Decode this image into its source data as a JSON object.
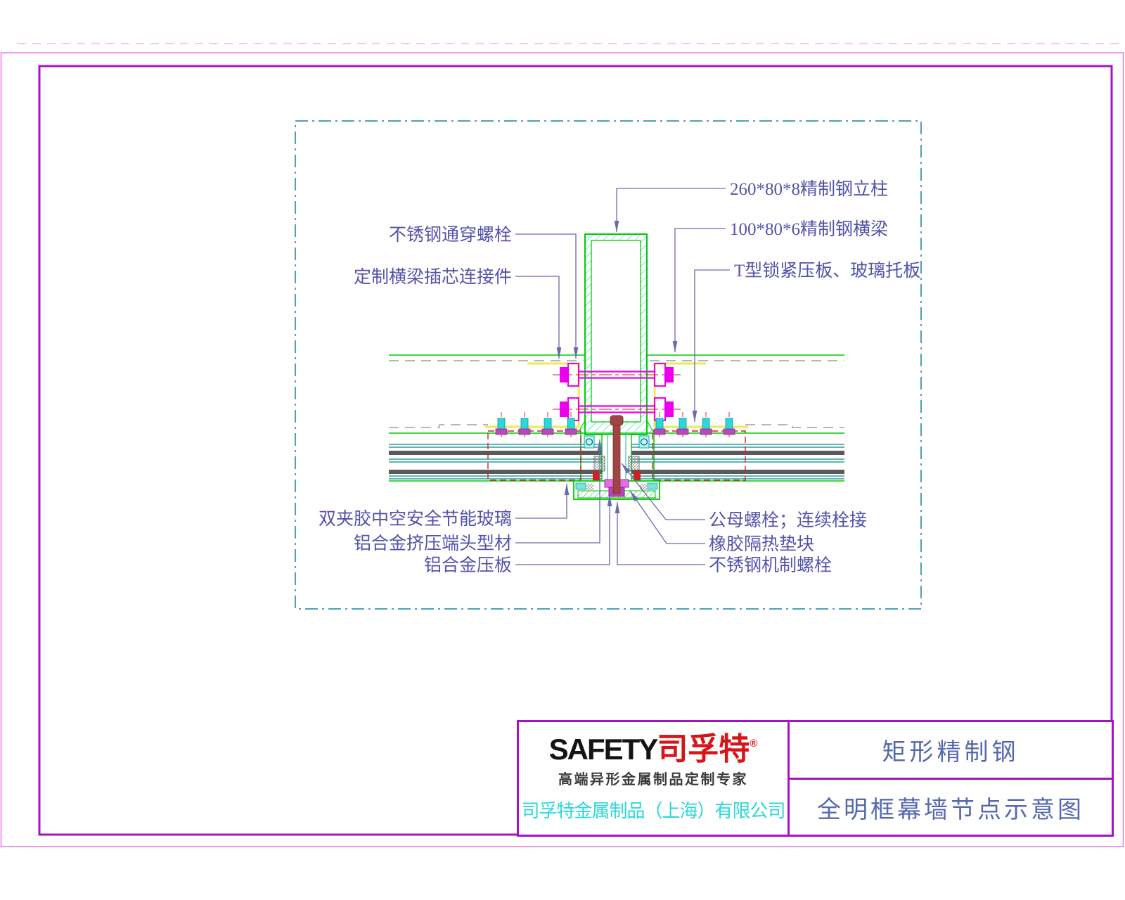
{
  "title_block": {
    "logo_en": "SAFETY",
    "logo_cn": "司孚特",
    "reg": "®",
    "tagline": "高端异形金属制品定制专家",
    "company": "司孚特金属制品（上海）有限公司",
    "product": "矩形精制钢",
    "drawing_title": "全明框幕墙节点示意图"
  },
  "drawing": {
    "labels": {
      "column": "260*80*8精制钢立柱",
      "beam": "100*80*6精制钢横梁",
      "t_plate": "T型锁紧压板、玻璃托板",
      "through_bolt": "不锈钢通穿螺栓",
      "insert_connector": "定制横梁插芯连接件",
      "glass": "双夹胶中空安全节能玻璃",
      "end_profile": "铝合金挤压端头型材",
      "pressure_plate": "铝合金压板",
      "male_female_bolt": "公母螺栓；连续栓接",
      "rubber_pad": "橡胶隔热垫块",
      "machine_bolt": "不锈钢机制螺栓"
    }
  },
  "colors": {
    "outer_border_pink": "#e86ae8",
    "inner_border_purple": "#a512c4",
    "drawing_frame_teal": "#1b7f9c",
    "steel_green": "#00cc00",
    "hatch_cyan": "#00cccc",
    "bolt_magenta": "#ee00ee",
    "centerline_red": "#cc2222",
    "connector_yellow": "#ebeb55",
    "leader_blue": "#6a6ab0",
    "label_blue": "#5353ab",
    "glass_teal": "#008b8b",
    "glass_gray": "#5a5a5a",
    "logo_black": "#141414",
    "logo_red": "#d61518",
    "company_cyan": "#2ad8d8",
    "title_text_blue": "#5568b0"
  }
}
